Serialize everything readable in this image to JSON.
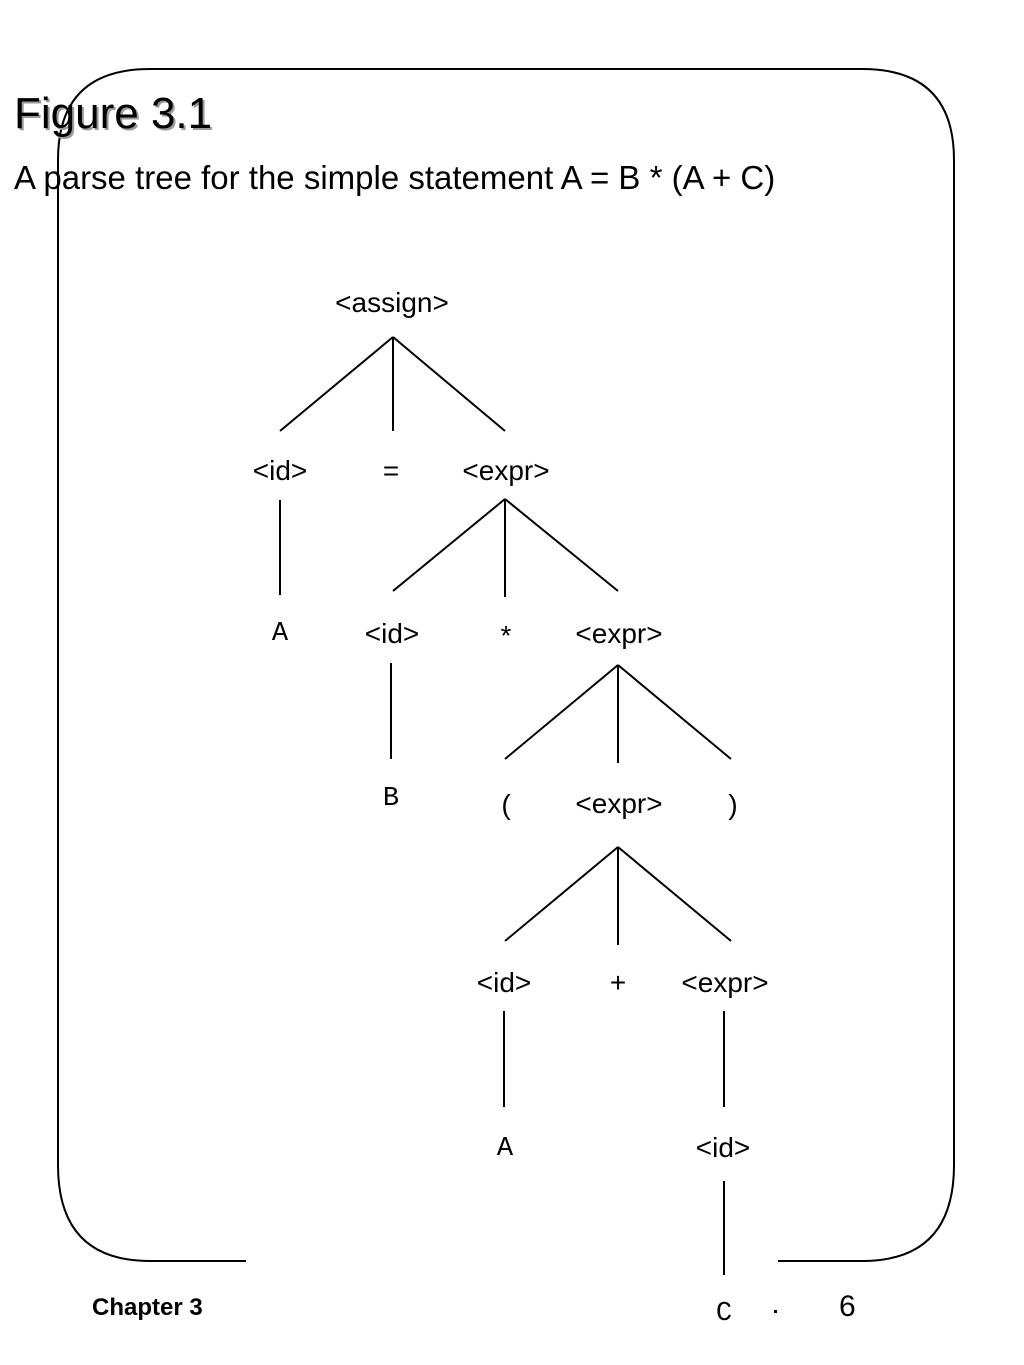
{
  "slide": {
    "title": "Figure 3.1",
    "caption": "A parse tree for the simple statement A = B * (A + C)",
    "footer_left": "Chapter 3",
    "page_number": "6"
  },
  "tree": {
    "n_assign": "<assign>",
    "n_id1": "<id>",
    "n_eq": "=",
    "n_expr1": "<expr>",
    "n_A1": "A",
    "n_id2": "<id>",
    "n_star": "*",
    "n_expr2": "<expr>",
    "n_B": "B",
    "n_lparen": "(",
    "n_expr3": "<expr>",
    "n_rparen": ")",
    "n_id3": "<id>",
    "n_plus": "+",
    "n_expr4": "<expr>",
    "n_A2": "A",
    "n_id4": "<id>",
    "n_C": "C"
  }
}
